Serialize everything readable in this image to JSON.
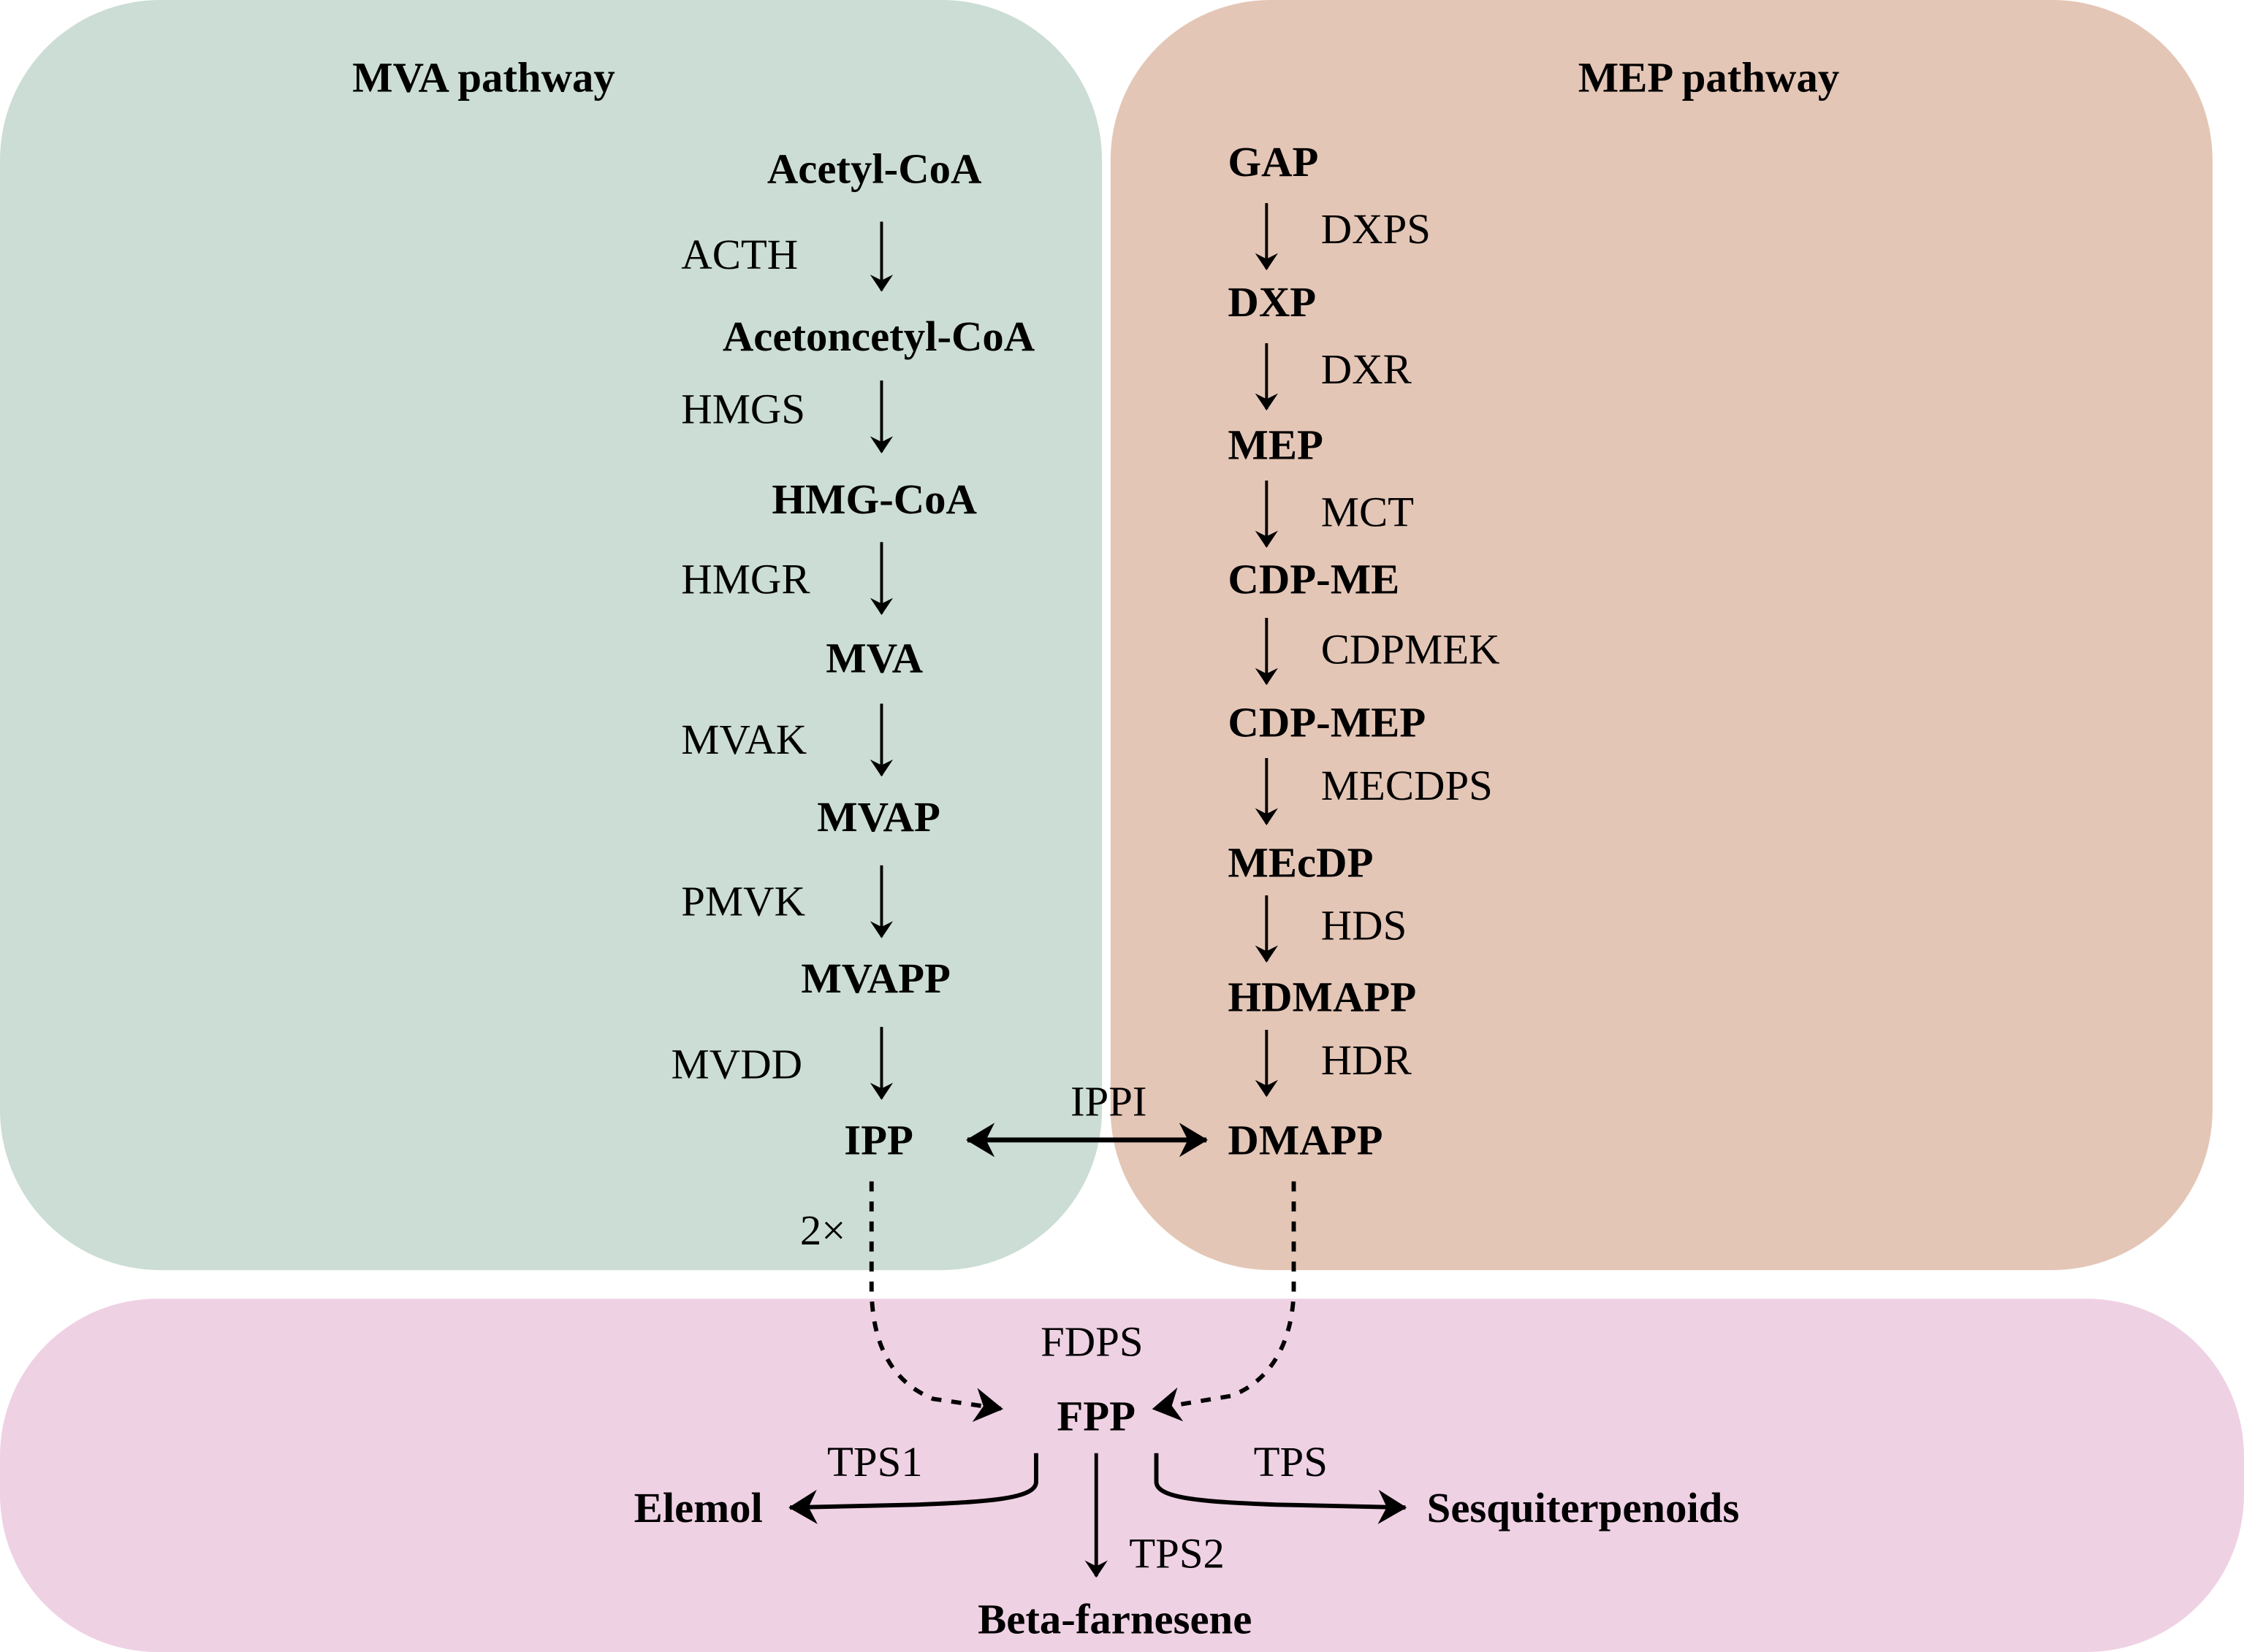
{
  "colors": {
    "mva_panel": "#cbddd4",
    "mep_panel": "#e4c6b6",
    "fpp_panel": "#efd1e4",
    "text": "#000000"
  },
  "mva": {
    "title": "MVA pathway",
    "metabolites": [
      "Acetyl-CoA",
      "Acetoncetyl-CoA",
      "HMG-CoA",
      "MVA",
      "MVAP",
      "MVAPP",
      "IPP"
    ],
    "enzymes": [
      "ACTH",
      "HMGS",
      "HMGR",
      "MVAK",
      "PMVK",
      "MVDD"
    ]
  },
  "mep": {
    "title": "MEP pathway",
    "metabolites": [
      "GAP",
      "DXP",
      "MEP",
      "CDP-ME",
      "CDP-MEP",
      "MEcDP",
      "HDMAPP",
      "DMAPP"
    ],
    "enzymes": [
      "DXPS",
      "DXR",
      "MCT",
      "CDPMEK",
      "MECDPS",
      "HDS",
      "HDR"
    ]
  },
  "isomerase": {
    "label": "IPPI",
    "multiplier": "2×"
  },
  "downstream": {
    "synthase": "FDPS",
    "product": "FPP",
    "branches": [
      {
        "enzyme": "TPS1",
        "product": "Elemol"
      },
      {
        "enzyme": "TPS2",
        "product": "Beta-farnesene"
      },
      {
        "enzyme": "TPS",
        "product": "Sesquiterpenoids"
      }
    ]
  }
}
